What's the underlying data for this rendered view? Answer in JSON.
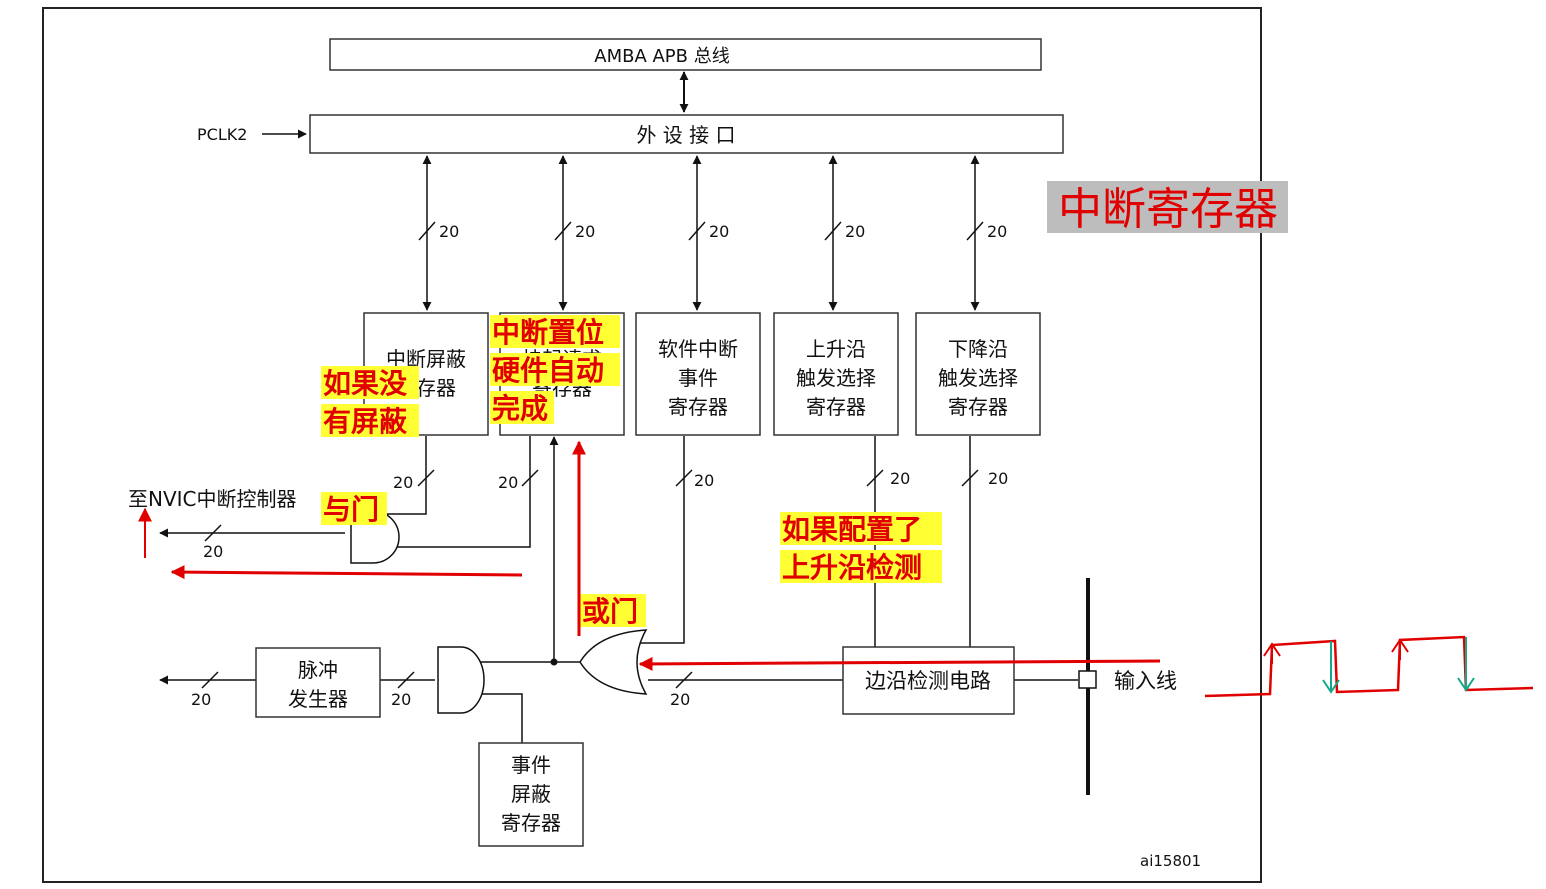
{
  "diagram": {
    "bus_label": "AMBA APB 总线",
    "pclk_label": "PCLK2",
    "interface_label": "外 设 接 口",
    "bus_width": "20",
    "registers": {
      "int_mask": [
        "中断屏蔽",
        "寄存器"
      ],
      "pending": [
        "挂起请求",
        "寄存器"
      ],
      "sw_int": [
        "软件中断",
        "事件",
        "寄存器"
      ],
      "rising": [
        "上升沿",
        "触发选择",
        "寄存器"
      ],
      "falling": [
        "下降沿",
        "触发选择",
        "寄存器"
      ]
    },
    "nvic_label": "至NVIC中断控制器",
    "pulse_gen": [
      "脉冲",
      "发生器"
    ],
    "event_mask": [
      "事件",
      "屏蔽",
      "寄存器"
    ],
    "edge_detect": "边沿检测电路",
    "input_line": "输入线",
    "figure_id": "ai15801"
  },
  "annotations": {
    "title": "中断寄存器",
    "pending_note": [
      "中断置位",
      "硬件自动",
      "完成"
    ],
    "mask_note": [
      "如果没",
      "有屏蔽"
    ],
    "and_gate": "与门",
    "or_gate": "或门",
    "rising_note": [
      "如果配置了",
      "上升沿检测"
    ]
  },
  "colors": {
    "annotation_red": "#e00000",
    "highlight_yellow": "#ffff33",
    "title_bg": "#bdbdbd",
    "down_arrow_green": "#13a88a"
  }
}
